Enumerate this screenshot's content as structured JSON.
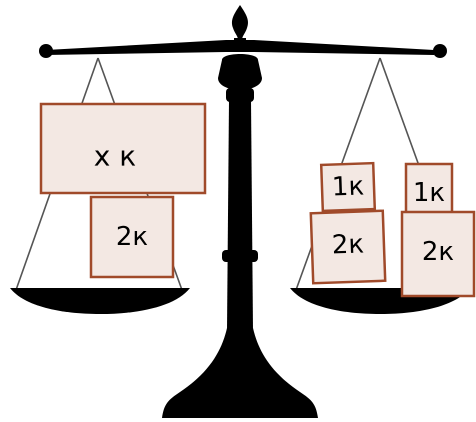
{
  "colors": {
    "ink": "#000000",
    "box_fill": "#f3e8e3",
    "box_stroke": "#a04a2a",
    "string": "#555555"
  },
  "left_pan": {
    "weights": [
      {
        "label": "x к"
      },
      {
        "label": "2к"
      }
    ]
  },
  "right_pan": {
    "weights": [
      {
        "label": "1к"
      },
      {
        "label": "1к"
      },
      {
        "label": "2к"
      },
      {
        "label": "2к"
      }
    ]
  }
}
